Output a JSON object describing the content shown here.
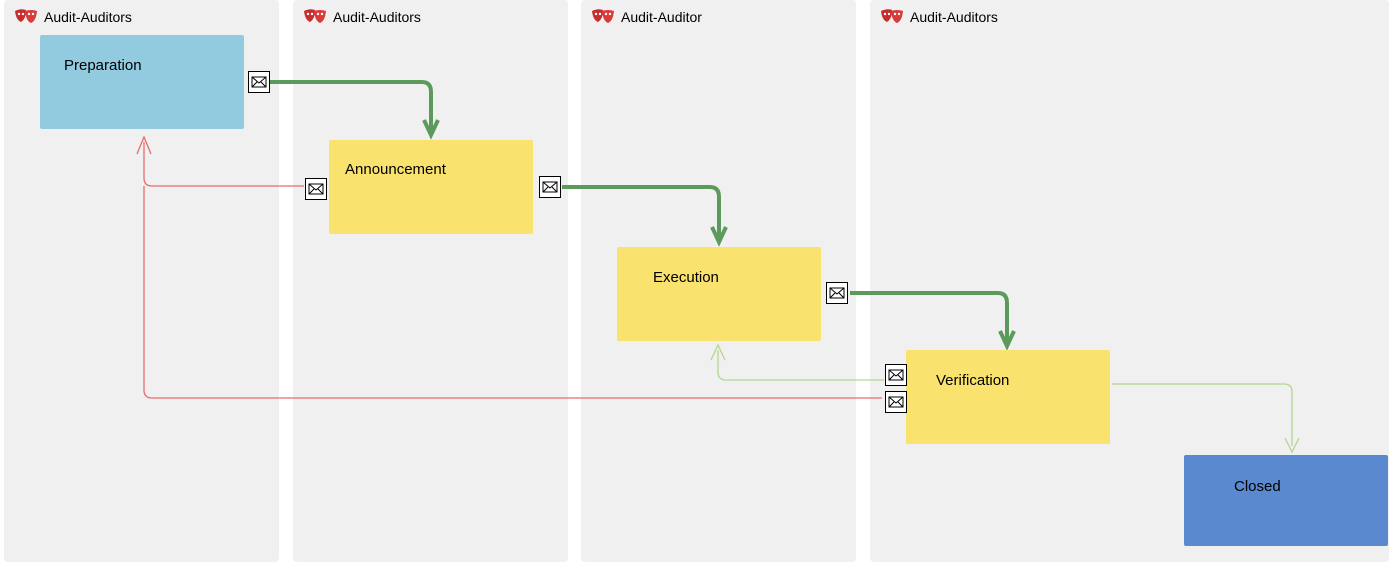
{
  "lanes": [
    {
      "label": "Audit-Auditors"
    },
    {
      "label": "Audit-Auditors"
    },
    {
      "label": "Audit-Auditor"
    },
    {
      "label": "Audit-Auditors"
    }
  ],
  "states": {
    "preparation": {
      "label": "Preparation",
      "color": "#92cbdf"
    },
    "announcement": {
      "label": "Announcement",
      "color": "#f9e26e"
    },
    "execution": {
      "label": "Execution",
      "color": "#f9e26e"
    },
    "verification": {
      "label": "Verification",
      "color": "#f9e26e"
    },
    "closed": {
      "label": "Closed",
      "color": "#5b89d0"
    }
  },
  "colors": {
    "forward_transition": "#5c9a5c",
    "return_transition": "#e46e6e",
    "light_transition": "#b3d68c",
    "lane_background": "#f0f0f0"
  },
  "icons": {
    "lane_role": "theater-masks-icon",
    "transition_action": "envelope-icon"
  }
}
